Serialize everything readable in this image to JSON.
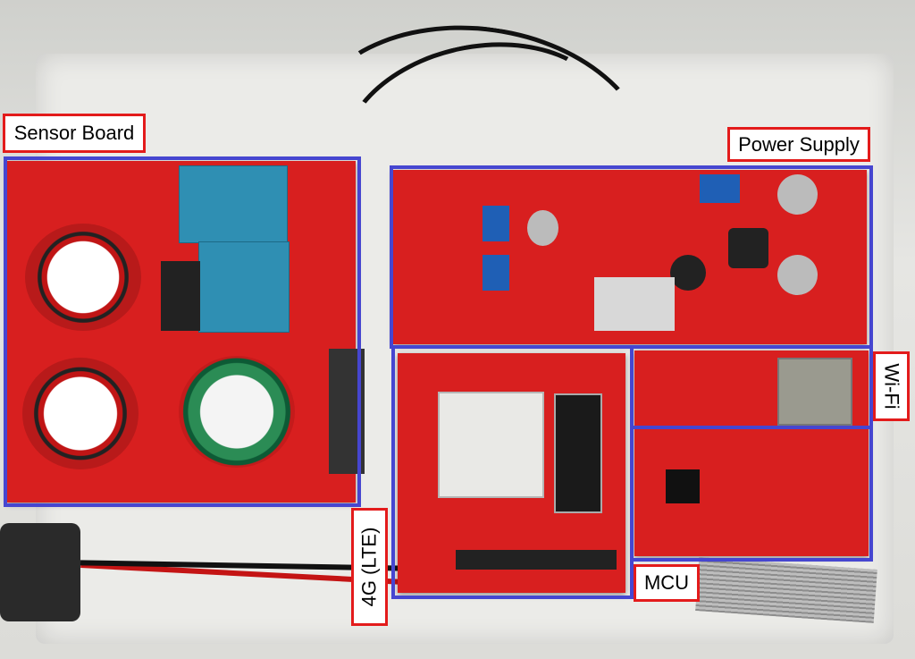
{
  "labels": {
    "sensor_board": "Sensor Board",
    "power_supply": "Power Supply",
    "wifi": "Wi-Fi",
    "lte": "4G (LTE)",
    "mcu": "MCU"
  },
  "colors": {
    "box_border": "#4646d0",
    "label_border": "#e31b1b",
    "pcb": "#d81f1f"
  }
}
